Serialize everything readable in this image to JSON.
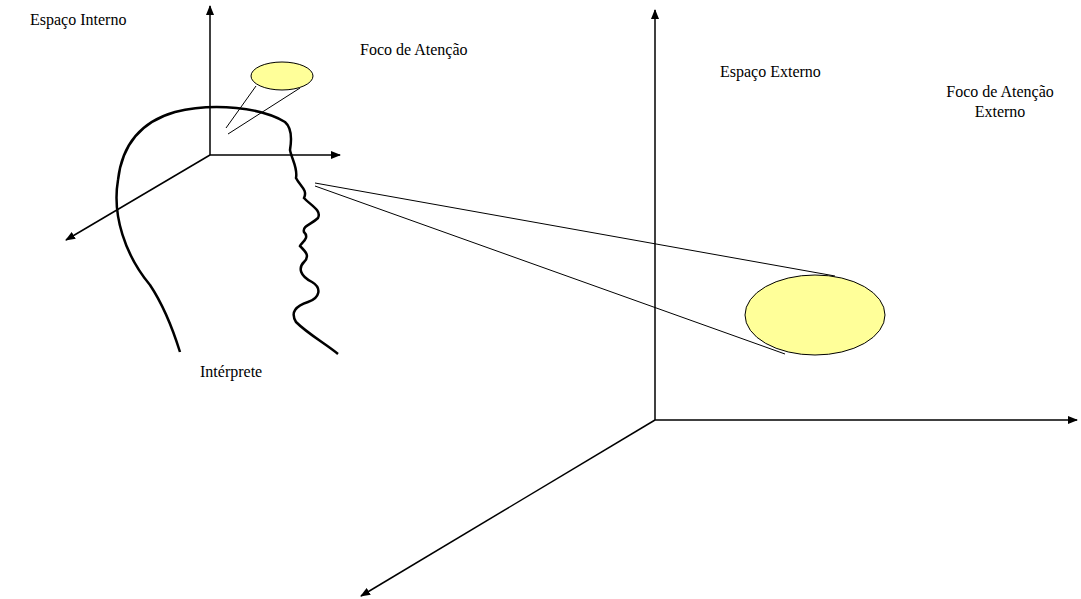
{
  "diagram": {
    "labels": [
      "Espaço Interno",
      "Foco de Atenção",
      "Espaço Externo",
      "Foco de Atenção Externo",
      "Intérprete"
    ]
  }
}
